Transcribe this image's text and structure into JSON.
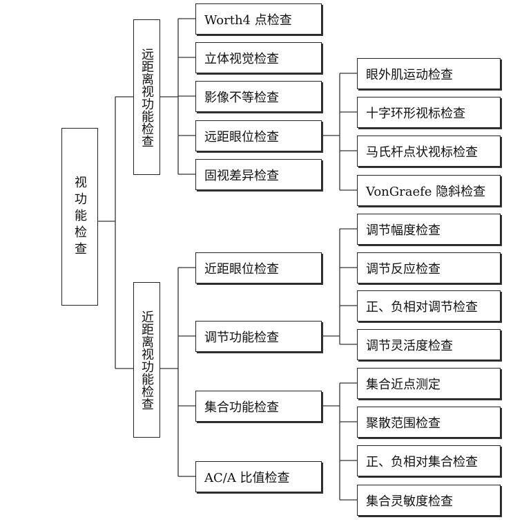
{
  "root": {
    "label": "视功能检查"
  },
  "far": {
    "label": "远距离视功能",
    "label_tail": "检查",
    "items": [
      "Worth4 点检查",
      "立体视觉检查",
      "影像不等检查",
      "远距眼位检查",
      "固视差异检查"
    ],
    "far_phoria_children": [
      "眼外肌运动检查",
      "十字环形视标检查",
      "马氏杆点状视标检查",
      "VonGraefe 隐斜检查"
    ]
  },
  "near": {
    "label": "近距离视功能",
    "label_tail": "检查",
    "items": [
      "近距眼位检查",
      "调节功能检查",
      "集合功能检查",
      "AC/A 比值检查"
    ],
    "accommodation_children": [
      "调节幅度检查",
      "调节反应检查",
      "正、负相对调节检查",
      "调节灵活度检查"
    ],
    "convergence_children": [
      "集合近点测定",
      "聚散范围检查",
      "正、负相对集合检查",
      "集合灵敏度检查"
    ]
  }
}
